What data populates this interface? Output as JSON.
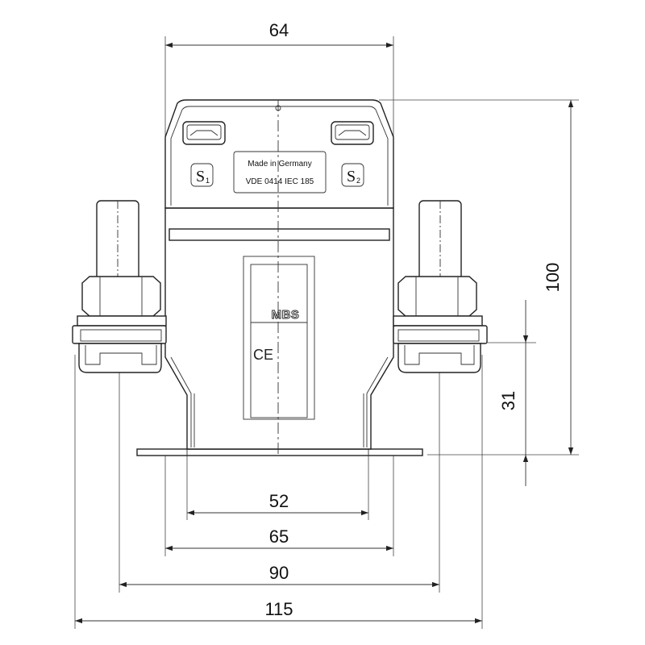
{
  "dimensions": {
    "top_width": "64",
    "height_total": "100",
    "height_terminal": "31",
    "width_base_inner": "52",
    "width_base": "65",
    "width_terminals": "90",
    "width_overall": "115"
  },
  "label_plate": {
    "line1": "Made in Germany",
    "line2": "VDE  0414 IEC 185"
  },
  "terminals": {
    "s1_letter": "S",
    "s1_index": "1",
    "s2_letter": "S",
    "s2_index": "2"
  },
  "markings": {
    "brand": "MBS",
    "ce": "CE"
  }
}
